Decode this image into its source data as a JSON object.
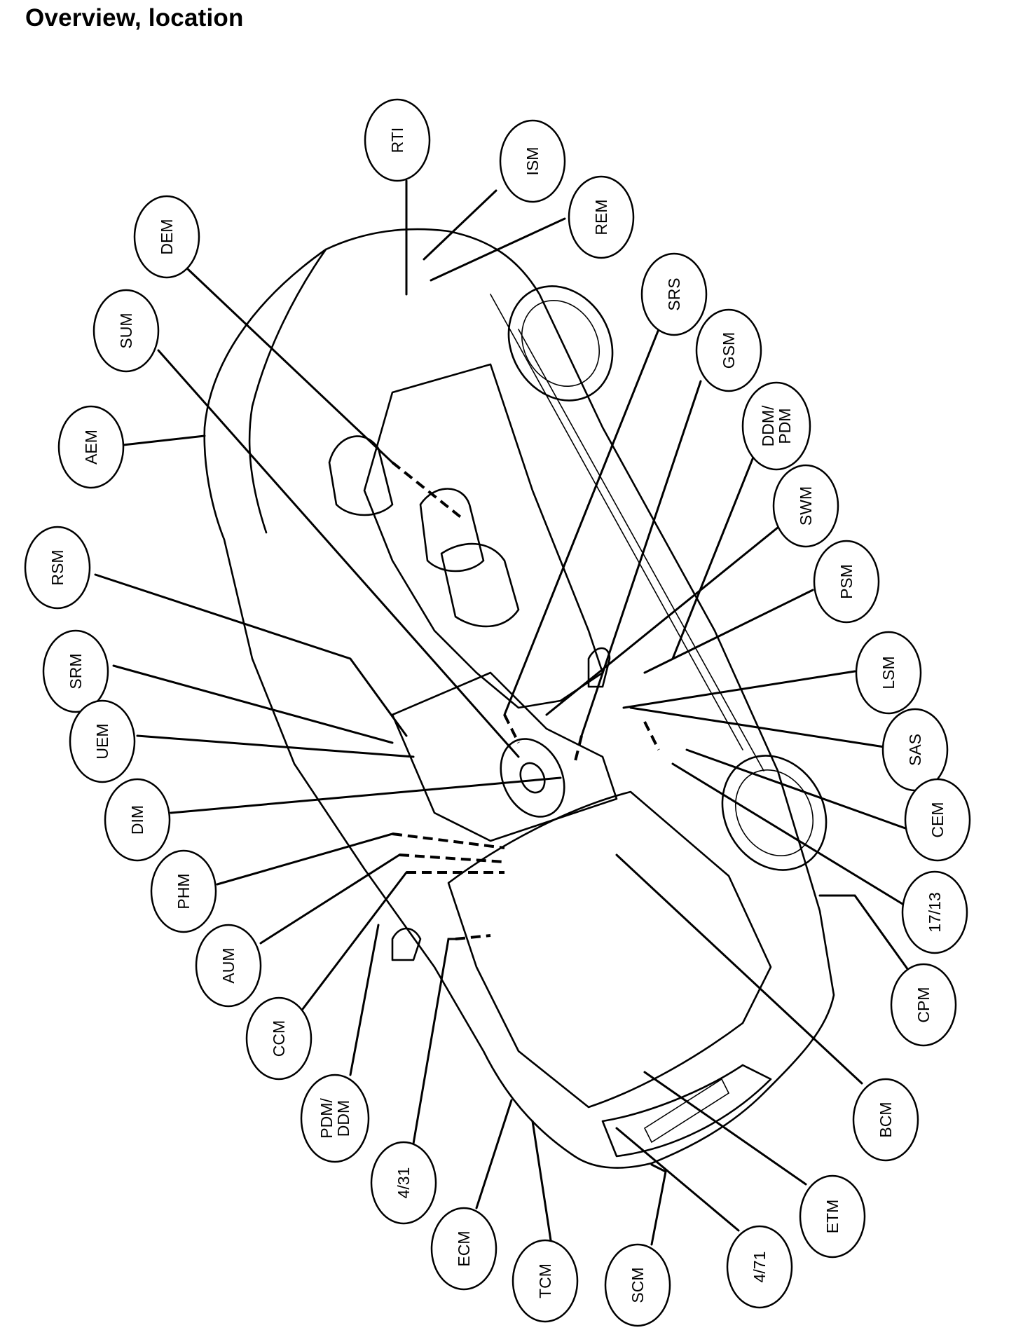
{
  "title": "Overview, location",
  "callouts": [
    {
      "id": "rti",
      "label": "RTI"
    },
    {
      "id": "ism",
      "label": "ISM"
    },
    {
      "id": "rem",
      "label": "REM"
    },
    {
      "id": "dem",
      "label": "DEM"
    },
    {
      "id": "sum",
      "label": "SUM"
    },
    {
      "id": "srs",
      "label": "SRS"
    },
    {
      "id": "gsm",
      "label": "GSM"
    },
    {
      "id": "aem",
      "label": "AEM"
    },
    {
      "id": "ddm-pdm-right",
      "label": "DDM/ PDM"
    },
    {
      "id": "swm",
      "label": "SWM"
    },
    {
      "id": "rsm",
      "label": "RSM"
    },
    {
      "id": "psm",
      "label": "PSM"
    },
    {
      "id": "srm",
      "label": "SRM"
    },
    {
      "id": "lsm",
      "label": "LSM"
    },
    {
      "id": "uem",
      "label": "UEM"
    },
    {
      "id": "sas",
      "label": "SAS"
    },
    {
      "id": "dim",
      "label": "DIM"
    },
    {
      "id": "cem",
      "label": "CEM"
    },
    {
      "id": "phm",
      "label": "PHM"
    },
    {
      "id": "17-13",
      "label": "17/13"
    },
    {
      "id": "aum",
      "label": "AUM"
    },
    {
      "id": "cpm",
      "label": "CPM"
    },
    {
      "id": "ccm",
      "label": "CCM"
    },
    {
      "id": "pdm-ddm-left",
      "label": "PDM/ DDM"
    },
    {
      "id": "bcm",
      "label": "BCM"
    },
    {
      "id": "4-31",
      "label": "4/31"
    },
    {
      "id": "etm",
      "label": "ETM"
    },
    {
      "id": "ecm",
      "label": "ECM"
    },
    {
      "id": "4-71",
      "label": "4/71"
    },
    {
      "id": "tcm",
      "label": "TCM"
    },
    {
      "id": "scm",
      "label": "SCM"
    }
  ]
}
